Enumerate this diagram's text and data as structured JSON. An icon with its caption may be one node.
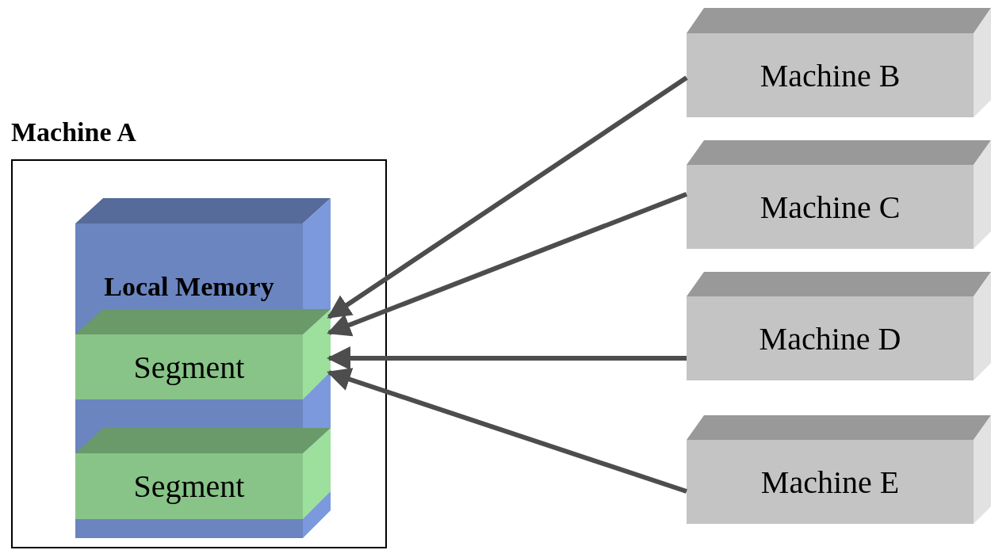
{
  "diagram": {
    "nodes": [
      {
        "text": [
          "Machine A"
        ]
      },
      {
        "text": [
          "Local Memory"
        ],
        "in": 0
      },
      {
        "text": [
          "Segment"
        ],
        "in": 1
      },
      {
        "text": [
          "Segment"
        ],
        "in": 1
      },
      {
        "text": [
          "Machine B"
        ]
      },
      {
        "text": [
          "Machine C"
        ]
      },
      {
        "text": [
          "Machine D"
        ]
      },
      {
        "text": [
          "Machine E"
        ]
      }
    ],
    "edges": [
      {
        "from": 4,
        "to": 2,
        "arrow": "to"
      },
      {
        "from": 5,
        "to": 2,
        "arrow": "to"
      },
      {
        "from": 6,
        "to": 2,
        "arrow": "to"
      },
      {
        "from": 7,
        "to": 2,
        "arrow": "to"
      }
    ]
  }
}
